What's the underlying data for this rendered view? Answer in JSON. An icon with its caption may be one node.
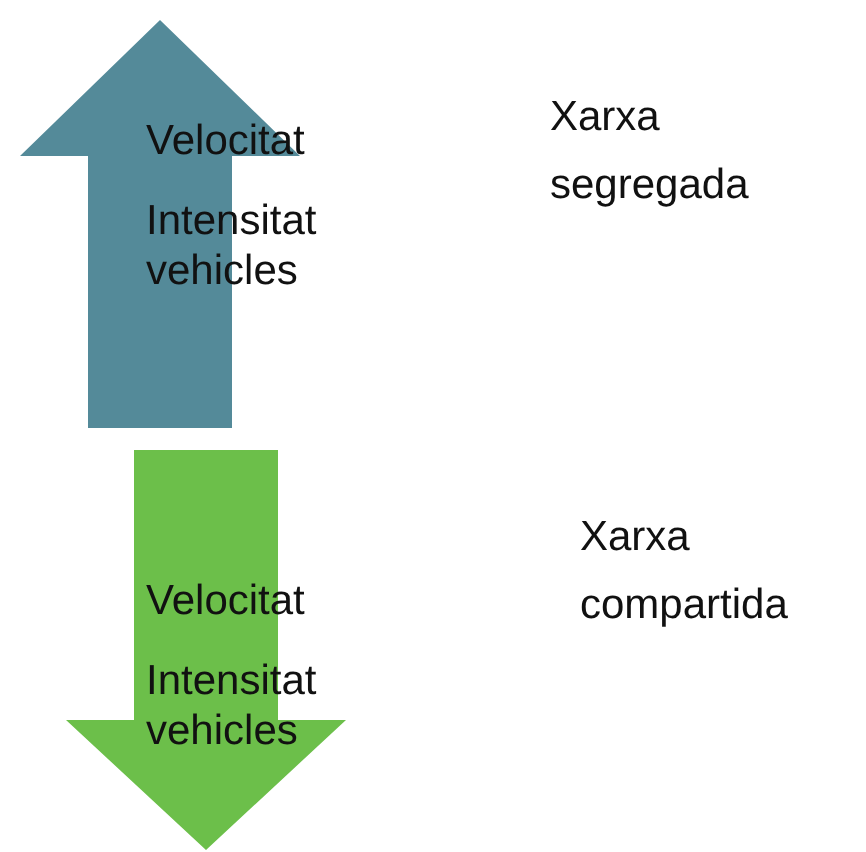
{
  "diagram": {
    "nodes": [
      {
        "text": [
          "Velocitat",
          "Intensitat vehicles"
        ]
      },
      {
        "text": [
          "Velocitat",
          "Intensitat vehicles"
        ]
      }
    ],
    "labels": [
      "Xarxa segregada",
      "Xarxa compartida"
    ]
  }
}
